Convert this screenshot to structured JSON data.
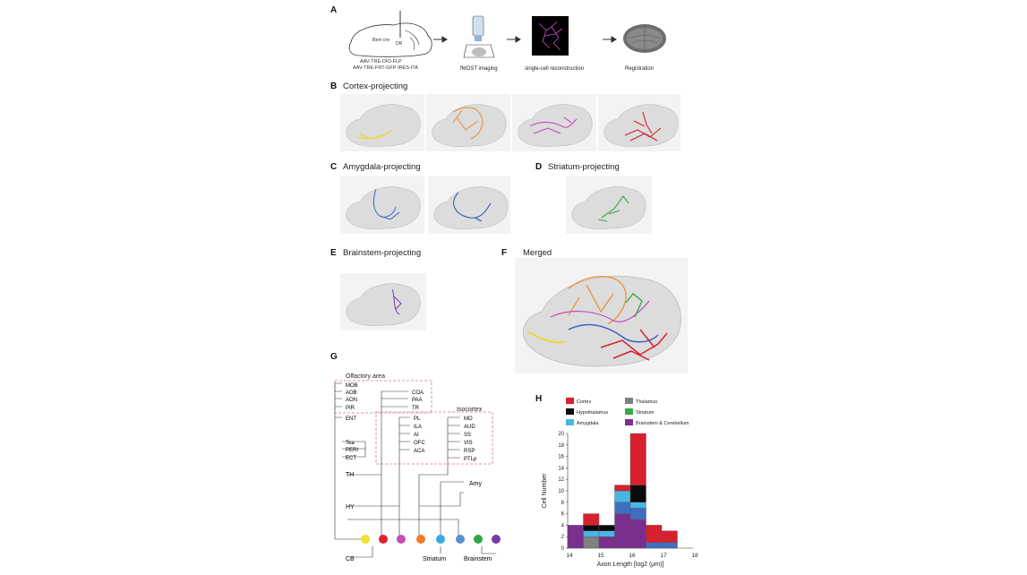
{
  "panels": {
    "a": {
      "letter": "A",
      "label_line1": "AAV-TRE-DIO-FLP",
      "label_line2": "AAV-TRE-FRT-GFP-IRES-tTA",
      "cre_line": "Bert cre",
      "step_imaging": "fMOST imaging",
      "step_reconstruction": "single-cell reconstruction",
      "step_registration": "Registration",
      "injection_site": "DR"
    },
    "b": {
      "letter": "B",
      "title": "Cortex-projecting"
    },
    "c": {
      "letter": "C",
      "title": "Amygdala-projecting"
    },
    "d": {
      "letter": "D",
      "title": "Striatum-projecting"
    },
    "e": {
      "letter": "E",
      "title": "Brainstem-projecting"
    },
    "f": {
      "letter": "F",
      "title": "Merged"
    },
    "g": {
      "letter": "G",
      "olfactory_title": "Olfactory area",
      "isocortex_title": "Isocortex",
      "olf_left": [
        "MOB",
        "AOB",
        "AON",
        "PIR"
      ],
      "olf_right": [
        "COA",
        "PAA",
        "TR"
      ],
      "ent": "ENT",
      "pfc": [
        "PL",
        "ILA",
        "AI",
        "OFC",
        "ACA"
      ],
      "iso_right": [
        "MO",
        "AUD",
        "SS",
        "VIS",
        "RSP",
        "PTLp"
      ],
      "temporal": [
        "Tea",
        "PERI",
        "ECT"
      ],
      "th": "TH",
      "hy": "HY",
      "amy": "Amy",
      "cb": "CB",
      "striatum": "Striatum",
      "brainstem": "Brainstem",
      "dot_colors": [
        "#f2e033",
        "#e0202a",
        "#c34fb3",
        "#ef7b22",
        "#37a9df",
        "#5a8fd0",
        "#2fa64a",
        "#7b3aa3"
      ]
    },
    "h": {
      "letter": "H"
    }
  },
  "colors": {
    "cortex": "#d8202e",
    "thalamus": "#808080",
    "hypothalamus": "#0a0a0a",
    "striatum": "#3aa845",
    "amygdala": "#48b6e3",
    "brainstem": "#7a2e8f",
    "blue_mid": "#3f6fc2",
    "yellow": "#e8d93a",
    "orange": "#ef8b2c",
    "magenta": "#c53fb8"
  },
  "chart_data": {
    "type": "bar",
    "stacked": true,
    "categories": [
      "14-14.5",
      "14.5-15",
      "15-15.5",
      "15.5-16",
      "16-16.5",
      "16.5-17",
      "17-17.5",
      "17.5-18"
    ],
    "x_ticks": [
      "14",
      "15",
      "16",
      "17",
      "18"
    ],
    "xlabel": "Axon Length [log2 (μm)]",
    "ylabel": "Cell Number",
    "ylim": [
      0,
      20
    ],
    "y_ticks": [
      "0",
      "2",
      "4",
      "6",
      "8",
      "10",
      "12",
      "14",
      "16",
      "18",
      "20"
    ],
    "series": [
      {
        "name": "Brainstem & Cerebellum",
        "color": "#7a2e8f",
        "values": [
          4,
          0,
          2,
          6,
          5,
          0,
          0,
          0
        ]
      },
      {
        "name": "",
        "color": "#3f6fc2",
        "values": [
          0,
          0,
          0,
          2,
          2,
          1,
          1,
          0
        ]
      },
      {
        "name": "Thalamus",
        "color": "#808080",
        "values": [
          0,
          2,
          0,
          0,
          0,
          0,
          0,
          0
        ]
      },
      {
        "name": "Amygdala",
        "color": "#48b6e3",
        "values": [
          0,
          1,
          1,
          2,
          1,
          0,
          0,
          0
        ]
      },
      {
        "name": "Hypothalamus",
        "color": "#0a0a0a",
        "values": [
          0,
          1,
          1,
          0,
          3,
          0,
          0,
          0
        ]
      },
      {
        "name": "Striatum",
        "color": "#3aa845",
        "values": [
          0,
          0,
          0,
          0,
          0,
          0,
          0,
          0
        ]
      },
      {
        "name": "Cortex",
        "color": "#d8202e",
        "values": [
          0,
          2,
          0,
          1,
          9,
          3,
          2,
          0
        ]
      }
    ],
    "legend": [
      "Cortex",
      "Thalamus",
      "Hypothalamus",
      "Striatum",
      "Amygdala",
      "Brainstem & Cerebellum"
    ],
    "legend_position": "top"
  }
}
